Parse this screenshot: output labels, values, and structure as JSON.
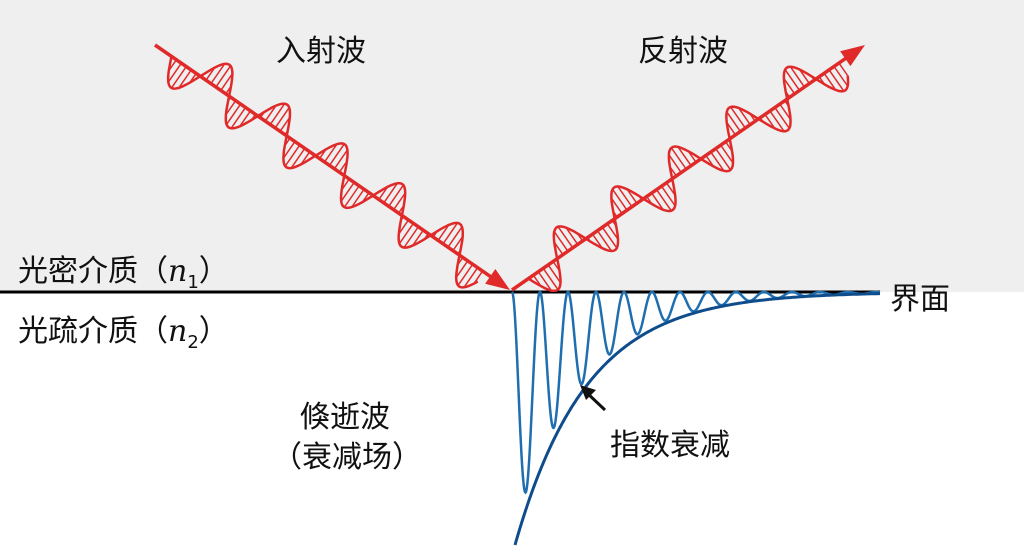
{
  "labels": {
    "incident": "入射波",
    "reflected": "反射波",
    "dense_medium": "光密介质（",
    "dense_n": "n",
    "dense_sub": "1",
    "close": "）",
    "rare_medium": "光疏介质（",
    "rare_n": "n",
    "rare_sub": "2",
    "interface": "界面",
    "evanescent": "倏逝波",
    "attenuated_field": "（衰减场）",
    "exp_decay": "指数衰减"
  },
  "colors": {
    "wave_red": "#e02a2a",
    "evanescent_blue": "#1f6fb0",
    "envelope_blue": "#0f4c8c",
    "dense_bg": "#efefef"
  }
}
